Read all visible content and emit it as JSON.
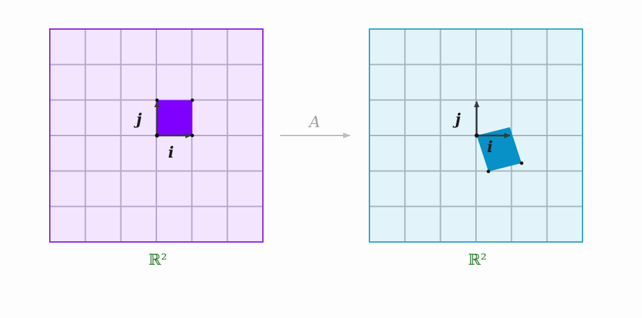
{
  "left_panel": {
    "space_label": "ℝ²",
    "basis_i_label": "i",
    "basis_j_label": "j",
    "colors": {
      "fill": "#f3e5fe",
      "border": "#8a2be2",
      "grid": "#b8a6c9",
      "square": "#7f00ff"
    }
  },
  "right_panel": {
    "space_label": "ℝ²",
    "basis_i_label": "i",
    "basis_j_label": "j",
    "colors": {
      "fill": "#e3f3fa",
      "border": "#33a6cc",
      "grid": "#a7b5bd",
      "square": "#0891c6"
    }
  },
  "map": {
    "label": "A",
    "color": "#bdbdbd"
  },
  "colors": {
    "arrow": "#333a40",
    "point": "#111111"
  }
}
